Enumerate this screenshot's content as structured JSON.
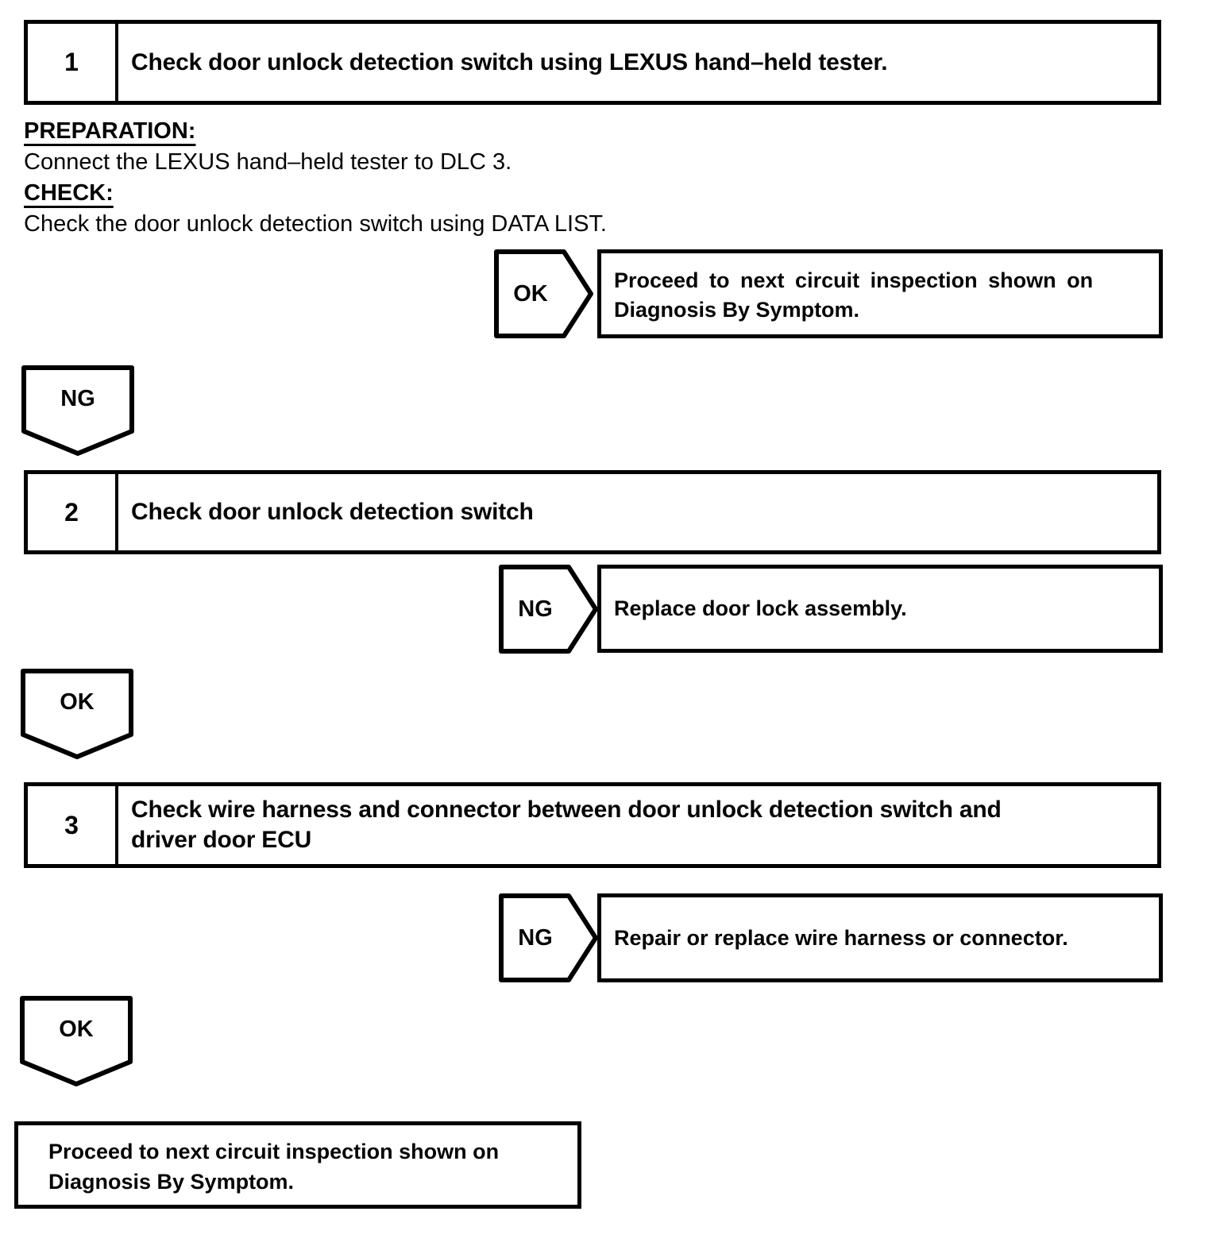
{
  "colors": {
    "ink": "#000000",
    "paper": "#ffffff"
  },
  "step1": {
    "number": "1",
    "title": "Check door unlock detection switch using LEXUS hand–held tester."
  },
  "procedure": {
    "preparation_label": "PREPARATION:",
    "preparation_text": "Connect the LEXUS hand–held tester to DLC 3.",
    "check_label": "CHECK:",
    "check_text": "Check the door unlock detection switch using DATA LIST."
  },
  "branch1": {
    "arrow_label": "OK",
    "result_line1": "Proceed to next circuit inspection shown on",
    "result_line2": "Diagnosis By Symptom."
  },
  "down1": {
    "label": "NG"
  },
  "step2": {
    "number": "2",
    "title": "Check door unlock detection switch"
  },
  "branch2": {
    "arrow_label": "NG",
    "result": "Replace door lock assembly."
  },
  "down2": {
    "label": "OK"
  },
  "step3": {
    "number": "3",
    "title_line1": "Check wire harness and connector between door unlock detection switch and",
    "title_line2": "driver door ECU"
  },
  "branch3": {
    "arrow_label": "NG",
    "result": "Repair or replace wire harness or connector."
  },
  "down3": {
    "label": "OK"
  },
  "final": {
    "line1": "Proceed to next circuit inspection shown on",
    "line2": "Diagnosis By Symptom."
  }
}
